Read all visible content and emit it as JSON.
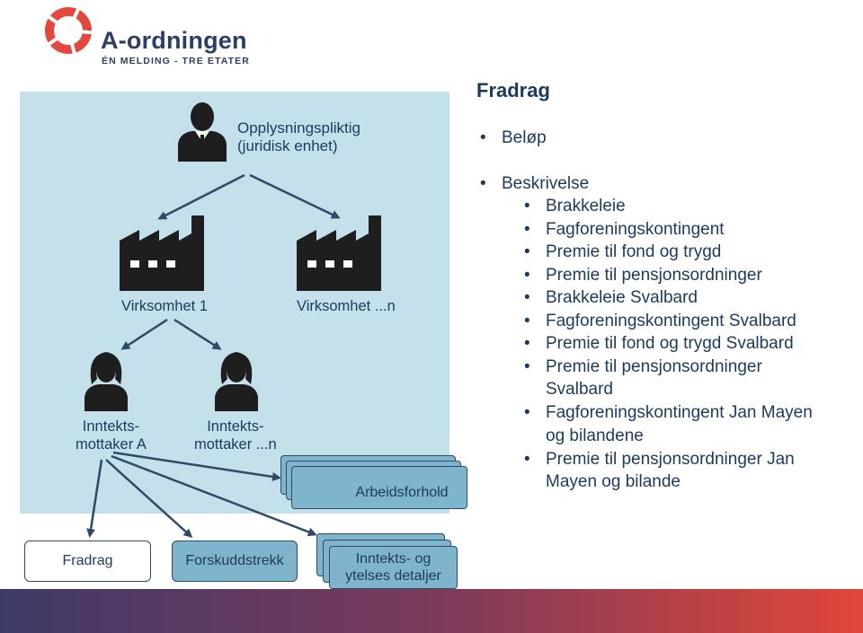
{
  "brand": {
    "name": "A-ordningen",
    "tagline": "ÉN MELDING - TRE ETATER",
    "colors": {
      "logo": "#e4473b",
      "text": "#2c3e63"
    }
  },
  "diagram": {
    "employer_label": "Opplysningspliktig\n(juridisk enhet)",
    "business_1": "Virksomhet 1",
    "business_n": "Virksomhet ...n",
    "recipient_a": "Inntekts-\nmottaker A",
    "recipient_n": "Inntekts-\nmottaker ...n",
    "employment": "Arbeidsforhold",
    "deduction": "Fradrag",
    "withholding": "Forskuddstrekk",
    "income_details": "Inntekts- og\nytelses detaljer"
  },
  "details": {
    "title": "Fradrag",
    "top_items": [
      "Beløp",
      "Beskrivelse"
    ],
    "sub_items": [
      "Brakkeleie",
      "Fagforeningskontingent",
      "Premie til fond og trygd",
      "Premie til pensjonsordninger",
      "Brakkeleie Svalbard",
      "Fagforeningskontingent Svalbard",
      "Premie til fond og trygd Svalbard",
      "Premie til pensjonsordninger\nSvalbard",
      "Fagforeningskontingent Jan Mayen\nog bilandene",
      "Premie til pensjonsordninger Jan\nMayen og bilande"
    ]
  }
}
